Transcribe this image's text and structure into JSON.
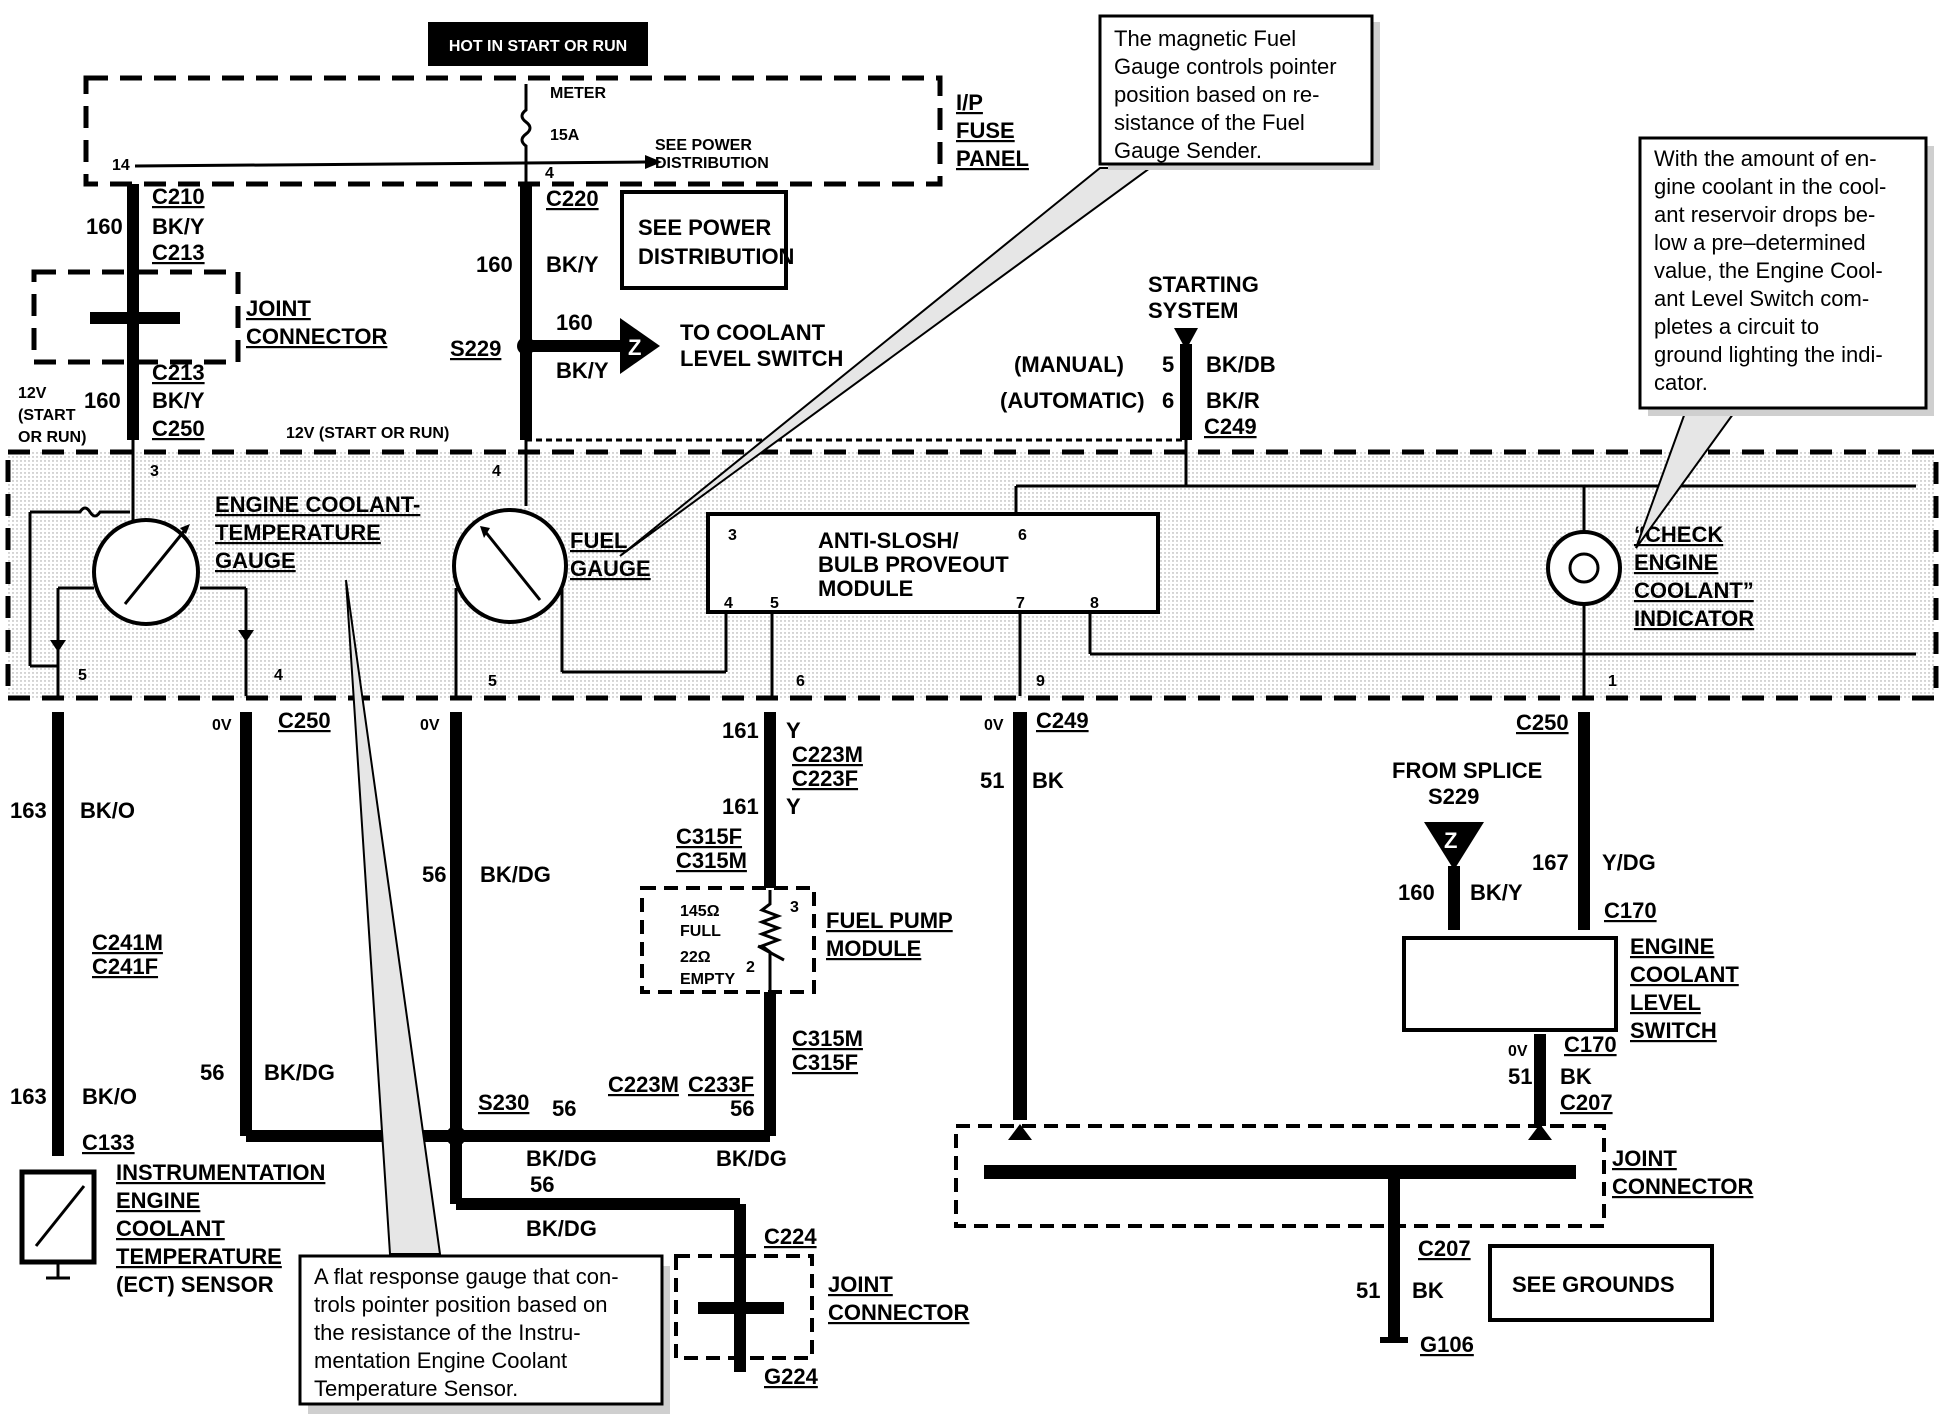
{
  "power": {
    "hot_label": "HOT IN START OR RUN",
    "meter": "METER",
    "fuse_rating": "15A",
    "see_power_dist_small": [
      "SEE POWER",
      "DISTRIBUTION"
    ],
    "pin_14": "14",
    "pin_4": "4",
    "ip_fuse_panel": [
      "I/P",
      "FUSE",
      "PANEL"
    ],
    "see_power_dist_box": [
      "SEE POWER",
      "DISTRIBUTION"
    ]
  },
  "left_branch": {
    "c210": "C210",
    "c213a": "C213",
    "c213b": "C213",
    "c250": "C250",
    "circuit": "160",
    "color": "BK/Y",
    "joint_connector": [
      "JOINT",
      "CONNECTOR"
    ],
    "v12_left": [
      "12V",
      "(START",
      "OR RUN)"
    ],
    "v12_mid": "12V (START OR RUN)"
  },
  "center_branch": {
    "c220": "C220",
    "circuit": "160",
    "color": "BK/Y",
    "s229": "S229",
    "to_coolant": [
      "TO COOLANT",
      "LEVEL SWITCH"
    ],
    "z": "Z"
  },
  "starting": {
    "title": [
      "STARTING",
      "SYSTEM"
    ],
    "manual": "(MANUAL)",
    "automatic": "(AUTOMATIC)",
    "pin5": "5",
    "pin6": "6",
    "bkdb": "BK/DB",
    "bkr": "BK/R",
    "c249": "C249",
    "pin7": "7"
  },
  "cluster": {
    "ect_gauge": [
      "ENGINE COOLANT-",
      "TEMPERATURE",
      "GAUGE"
    ],
    "fuel_gauge": [
      "FUEL",
      "GAUGE"
    ],
    "module": [
      "ANTI-SLOSH/",
      "BULB PROVEOUT",
      "MODULE"
    ],
    "module_pins": {
      "p3": "3",
      "p4": "4",
      "p5": "5",
      "p6": "6",
      "p7": "7",
      "p8": "8"
    },
    "indicator": [
      "“CHECK",
      "ENGINE",
      "COOLANT”",
      "INDICATOR"
    ],
    "pins_top": {
      "l": "3",
      "c": "4"
    },
    "pins_bottom": {
      "p5": "5",
      "p4": "4",
      "p5b": "5",
      "p6": "6",
      "p9": "9",
      "p1": "1"
    }
  },
  "lower": {
    "c250": "C250",
    "c250r": "C250",
    "c249": "C249",
    "ov": "0V",
    "w163": "163",
    "bko": "BK/O",
    "c241m": "C241M",
    "c241f": "C241F",
    "c133": "C133",
    "ect_sensor": [
      "INSTRUMENTATION",
      "ENGINE",
      "COOLANT",
      "TEMPERATURE",
      "(ECT) SENSOR"
    ],
    "w56": "56",
    "bkdg": "BK/DG",
    "w161": "161",
    "y": "Y",
    "c223m": "C223M",
    "c223f": "C223F",
    "c315f": "C315F",
    "c315m": "C315M",
    "ohm145": "145Ω",
    "full": "FULL",
    "ohm22": "22Ω",
    "empty": "EMPTY",
    "pump_pin3": "3",
    "pump_pin2": "2",
    "fuel_pump": [
      "FUEL PUMP",
      "MODULE"
    ],
    "c315m2": "C315M",
    "c315f2": "C315F",
    "s230": "S230",
    "c223m2": "C223M",
    "c233f": "C233F",
    "c224": "C224",
    "g224": "G224",
    "joint_connector2": [
      "JOINT",
      "CONNECTOR"
    ],
    "w51": "51",
    "bk": "BK",
    "from_splice": [
      "FROM SPLICE",
      "S229"
    ],
    "w167": "167",
    "ydg": "Y/DG",
    "c170": "C170",
    "c170b": "C170",
    "c207a": "C207",
    "c207b": "C207",
    "coolant_switch": [
      "ENGINE",
      "COOLANT",
      "LEVEL",
      "SWITCH"
    ],
    "joint_connector3": [
      "JOINT",
      "CONNECTOR"
    ],
    "see_grounds": "SEE GROUNDS",
    "g106": "G106"
  },
  "notes": {
    "fuel": [
      "The magnetic Fuel",
      "Gauge controls pointer",
      "position based on re-",
      "sistance of the Fuel",
      "Gauge  Sender."
    ],
    "coolant": [
      "With the amount of en-",
      "gine coolant in the cool-",
      "ant reservoir  drops be-",
      "low a pre–determined",
      "value, the Engine Cool-",
      "ant Level Switch com-",
      "pletes    a    circuit    to",
      "ground lighting the indi-",
      "cator."
    ],
    "ect": [
      "A flat response gauge that con-",
      "trols pointer position based on",
      "the  resistance  of  the  Instru-",
      "mentation   Engine   Coolant",
      "Temperature Sensor."
    ]
  }
}
